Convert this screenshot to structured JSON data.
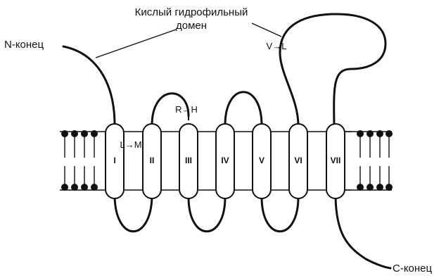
{
  "labels": {
    "n_terminus": "N-конец",
    "c_terminus": "C-конец",
    "domain_line1": "Кислый гидрофильный",
    "domain_line2": "домен"
  },
  "helices": [
    "I",
    "II",
    "III",
    "IV",
    "V",
    "VI",
    "VII"
  ],
  "mutations": {
    "m1": "L→M",
    "m2": "R→H",
    "m3": "V→L"
  }
}
